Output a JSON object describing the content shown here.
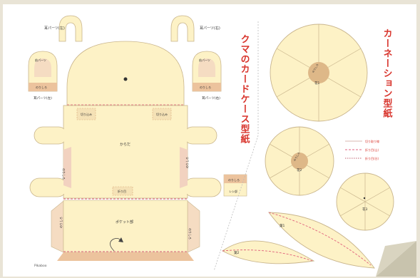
{
  "sheet": {
    "title_bear": "クマのカードケース型紙",
    "title_carnation": "カーネーション型紙",
    "logo_text": "Pikaboo"
  },
  "bear": {
    "ear_left_label": "耳パーツ(左)",
    "ear_right_label": "耳パーツ(右)",
    "ear_piece_top_label": "前パーツ",
    "ear_piece_bottom_label": "のりしろ",
    "ear_piece_caption_left": "耳パーツ(左)",
    "ear_piece_caption_right": "耳パーツ(右)",
    "slot_left": "切り込み",
    "slot_right": "切り込み",
    "body_label": "からだ",
    "side_left": "のりしろ",
    "side_right": "のりしろ",
    "center_tab": "折り目",
    "pocket_label": "ポケット部",
    "flap_left": "のりしろ",
    "flap_right": "のりしろ",
    "small_piece_top": "のりしろ",
    "small_piece_bottom": "レシ部"
  },
  "carnation": {
    "flower_large_label": "花1",
    "flower_medium_label": "花2",
    "flower_small_label": "花3",
    "leaf_top_label": "葉1",
    "leaf_bottom_label": "葉2",
    "center_tag": "のりしろ",
    "legend": [
      {
        "label": "切り取り線",
        "color": "#d9b9b0"
      },
      {
        "label": "折り目(山)",
        "color": "#e06080"
      },
      {
        "label": "折り目(谷)",
        "color": "#c06070"
      }
    ]
  },
  "colors": {
    "paper": "#ffffff",
    "cream": "#fdf2c6",
    "tab": "#f5dcc2",
    "tab_dark": "#ecc39d",
    "center": "#deb888",
    "title_red": "#d8342c",
    "dash": "#e0607c",
    "corner": "#c8c3ad"
  }
}
